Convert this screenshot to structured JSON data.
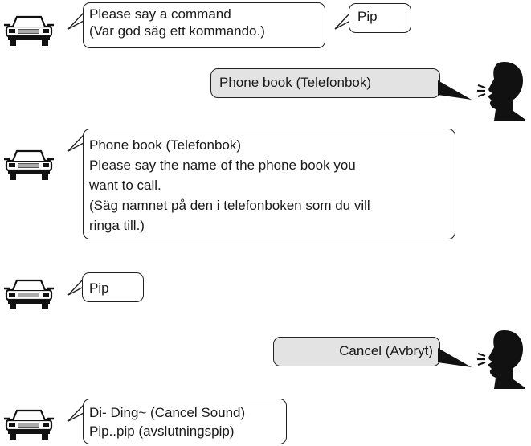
{
  "row1": {
    "system_text": "Please say a command",
    "system_translation": "(Var god säg ett kommando.)",
    "beep": "Pip"
  },
  "row2": {
    "user_text": "Phone book (Telefonbok)"
  },
  "row3": {
    "line1": "Phone book (Telefonbok)",
    "line2": "Please say the name of the phone book you",
    "line3": "want to call.",
    "line4": "(Säg namnet på den i telefonboken som du vill",
    "line5": "ringa till.)"
  },
  "row4": {
    "beep": "Pip"
  },
  "row5": {
    "user_text": "Cancel (Avbryt)"
  },
  "row6": {
    "line1": "Di- Ding~ (Cancel Sound)",
    "line2": "Pip..pip (avslutningspip)"
  },
  "icons": {
    "car": "car-icon",
    "speaker": "speaking-head-icon"
  }
}
